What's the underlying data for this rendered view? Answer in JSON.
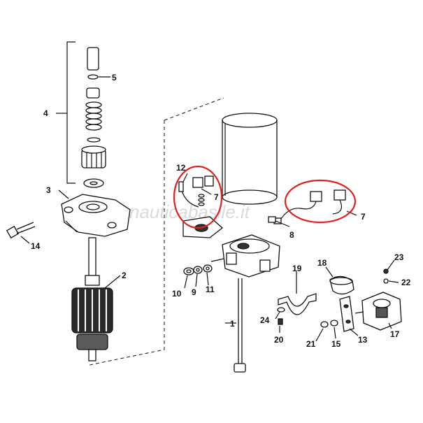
{
  "callouts": {
    "c1": "1",
    "c2": "2",
    "c3": "3",
    "c4": "4",
    "c5": "5",
    "c7a": "7",
    "c7b": "7",
    "c8": "8",
    "c9": "9",
    "c10": "10",
    "c11": "11",
    "c12": "12",
    "c13": "13",
    "c14": "14",
    "c15": "15",
    "c17": "17",
    "c18": "18",
    "c19": "19",
    "c20": "20",
    "c21": "21",
    "c22": "22",
    "c23": "23",
    "c24": "24"
  },
  "watermark": "nauticabasile.it",
  "colors": {
    "ink": "#111111",
    "highlight": "#e0211d",
    "background": "#ffffff"
  }
}
